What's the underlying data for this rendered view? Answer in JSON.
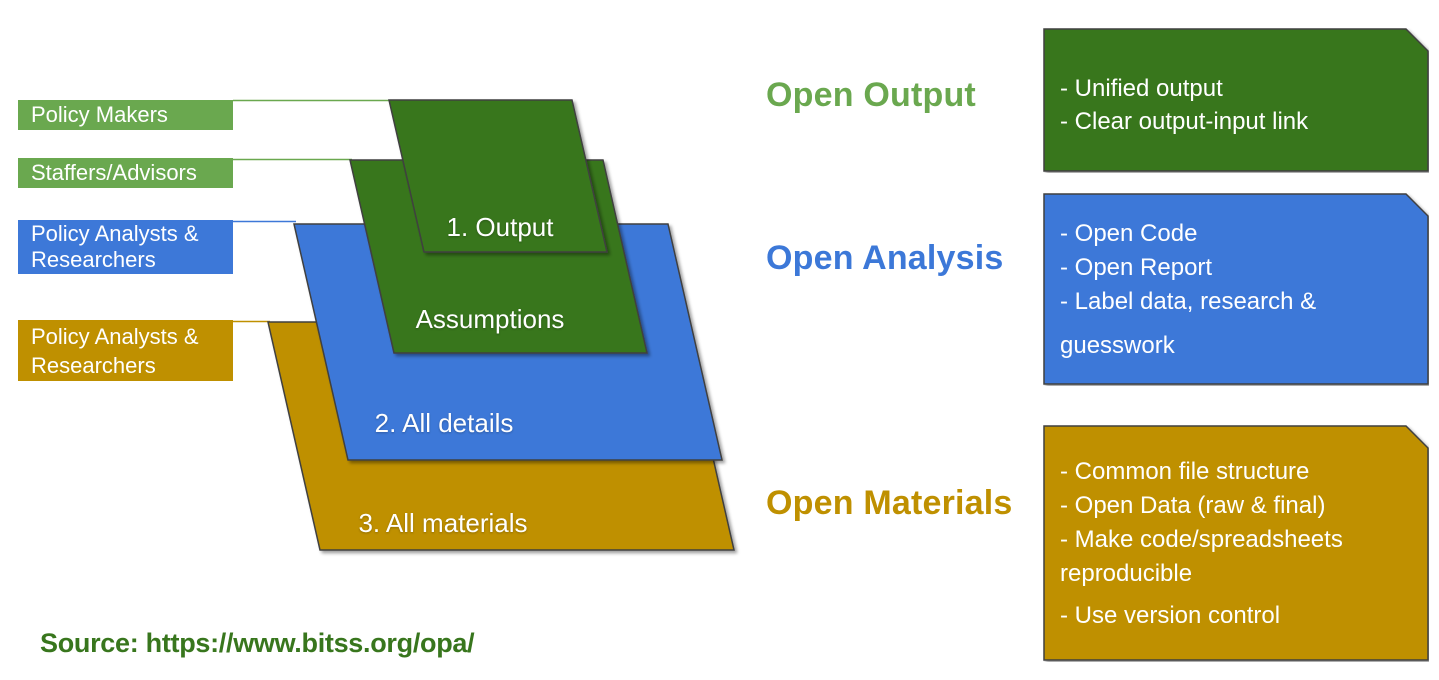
{
  "colors": {
    "light_green": "#6aa84f",
    "dark_green": "#38761d",
    "blue": "#3d78d8",
    "heading_blue": "#3c78d8",
    "gold": "#bf9000",
    "outline": "#3f3f3f",
    "source_text": "#38761d",
    "text_on_fill": "#ffffff"
  },
  "audience": {
    "items": [
      {
        "label": "Policy Makers"
      },
      {
        "label": "Staffers/Advisors"
      },
      {
        "label": "Policy Analysts & Researchers"
      },
      {
        "label": "Policy Analysts & Researchers"
      }
    ]
  },
  "pyramid": {
    "layers": [
      {
        "label": "1. Output"
      },
      {
        "label": "Assumptions"
      },
      {
        "label": "2. All details"
      },
      {
        "label": "3. All materials"
      }
    ]
  },
  "sections": [
    {
      "heading": "Open Output",
      "bullets": [
        "- Unified output",
        "- Clear output-input link"
      ]
    },
    {
      "heading": "Open Analysis",
      "bullets": [
        "- Open Code",
        "- Open Report",
        "- Label data, research &",
        "guesswork"
      ]
    },
    {
      "heading": "Open Materials",
      "bullets": [
        "- Common file structure",
        "- Open Data (raw & final)",
        "- Make code/spreadsheets",
        "reproducible",
        "- Use version control"
      ]
    }
  ],
  "source_note": "Source: https://www.bitss.org/opa/"
}
